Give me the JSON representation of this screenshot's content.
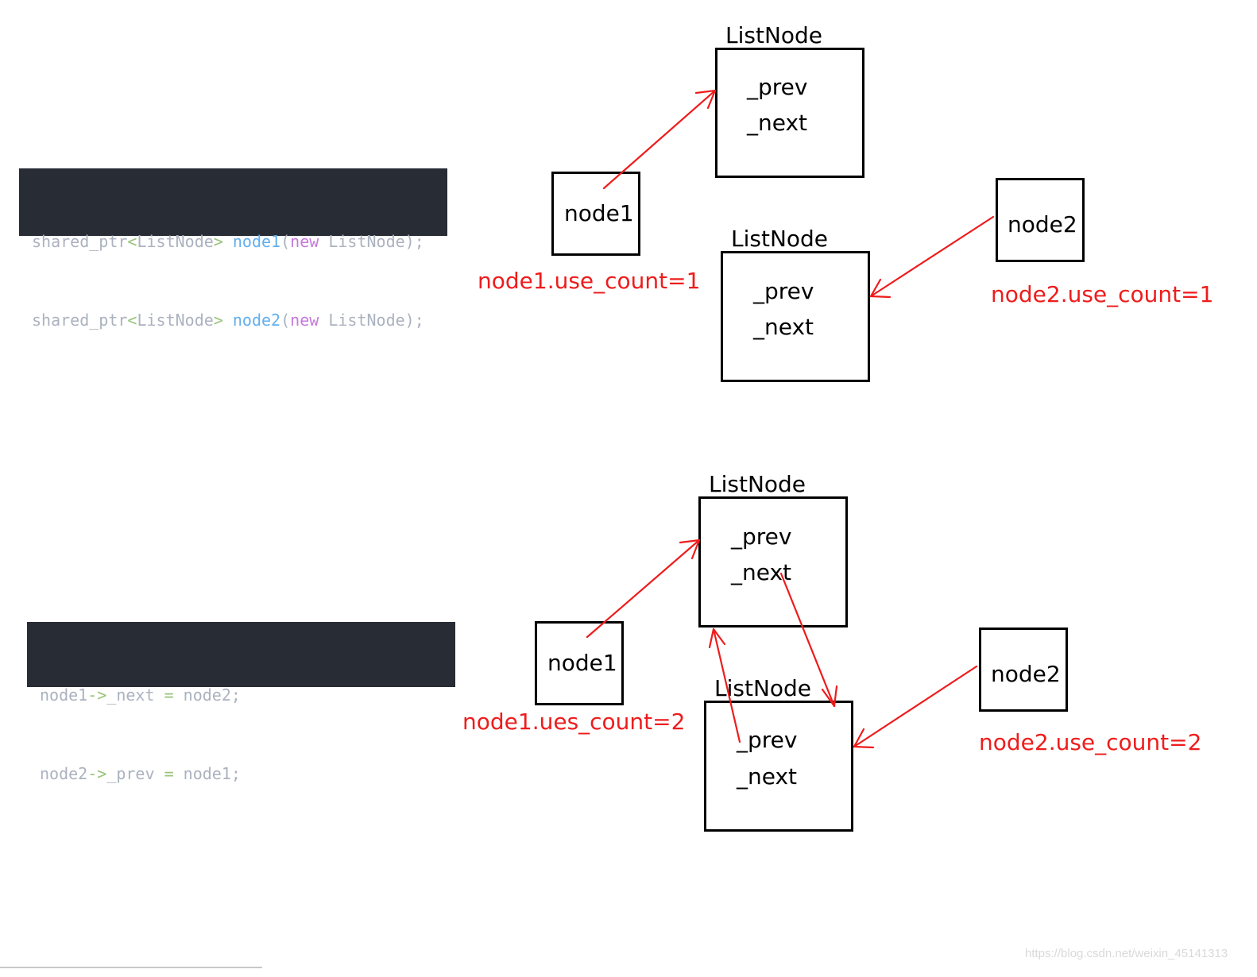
{
  "code_top": {
    "lines": [
      {
        "type": "shared_ptr",
        "lt": "<",
        "tparam": "ListNode",
        "gt": ">",
        "var": "node1",
        "open": "(",
        "kw": "new",
        "cls": "ListNode",
        "close": ");"
      },
      {
        "type": "shared_ptr",
        "lt": "<",
        "tparam": "ListNode",
        "gt": ">",
        "var": "node2",
        "open": "(",
        "kw": "new",
        "cls": "ListNode",
        "close": ");"
      }
    ]
  },
  "code_bottom": {
    "lines": [
      {
        "lhs": "node1",
        "arrow": "->",
        "member": "_next",
        "eq": "=",
        "rhs": "node2;"
      },
      {
        "lhs": "node2",
        "arrow": "->",
        "member": "_prev",
        "eq": "=",
        "rhs": "node1;"
      }
    ]
  },
  "top_diagram": {
    "listnode_a": {
      "title": "ListNode",
      "field1": "_prev",
      "field2": "_next"
    },
    "listnode_b": {
      "title": "ListNode",
      "field1": "_prev",
      "field2": "_next"
    },
    "node1": {
      "label": "node1",
      "count": "node1.use_count=1"
    },
    "node2": {
      "label": "node2",
      "count": "node2.use_count=1"
    }
  },
  "bottom_diagram": {
    "listnode_a": {
      "title": "ListNode",
      "field1": "_prev",
      "field2": "_next"
    },
    "listnode_b": {
      "title": "ListNode",
      "field1": "_prev",
      "field2": "_next"
    },
    "node1": {
      "label": "node1",
      "count": "node1.ues_count=2"
    },
    "node2": {
      "label": "node2",
      "count": "node2.use_count=2"
    }
  },
  "watermark": "https://blog.csdn.net/weixin_45141313",
  "colors": {
    "code_bg": "#282c34",
    "arrow": "#ee1c1c",
    "count_text": "#ee1c1c",
    "box_border": "#000000"
  }
}
